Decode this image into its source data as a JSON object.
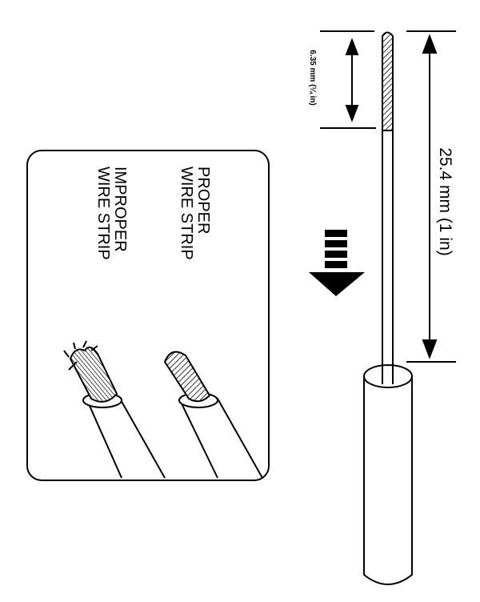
{
  "strip_diagram": {
    "tip_label": "6.35 mm (¼ in)",
    "length_label": "25.4 mm (1 in)"
  },
  "strip_panel": {
    "proper_line1": "PROPER",
    "proper_line2": "WIRE STRIP",
    "improper_line1": "IMPROPER",
    "improper_line2": "WIRE STRIP"
  },
  "colors": {
    "ink": "#000000",
    "paper": "#ffffff"
  },
  "icons": [
    "down-arrow-icon"
  ]
}
